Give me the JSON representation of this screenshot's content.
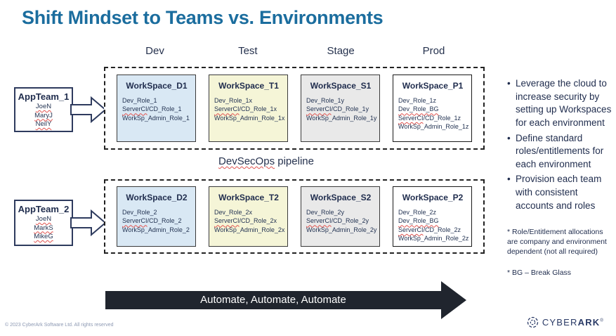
{
  "title": "Shift Mindset to Teams vs. Environments",
  "columns": [
    "Dev",
    "Test",
    "Stage",
    "Prod"
  ],
  "teams": [
    {
      "name": "AppTeam_1",
      "members": [
        "JoeN",
        "MaryJ",
        "NeilY"
      ]
    },
    {
      "name": "AppTeam_2",
      "members": [
        "JoeN",
        "MarkS",
        "MikeG"
      ]
    }
  ],
  "pipeline": {
    "squiggled": "DevSecOps",
    "rest": " pipeline"
  },
  "rows": [
    {
      "workspaces": [
        {
          "title": "WorkSpace_D1",
          "variant": "blue",
          "roles": [
            [
              {
                "t": "Dev_Role_1",
                "w": false
              }
            ],
            [
              {
                "t": "ServerCI",
                "w": true
              },
              {
                "t": "/CD_Role_1",
                "w": false
              }
            ],
            [
              {
                "t": "WorkSp_Admin_Role_1",
                "w": false
              }
            ]
          ]
        },
        {
          "title": "WorkSpace_T1",
          "variant": "yellow",
          "roles": [
            [
              {
                "t": "Dev_Role_1x",
                "w": false
              }
            ],
            [
              {
                "t": "ServerCI",
                "w": true
              },
              {
                "t": "/CD_Role_1x",
                "w": false
              }
            ],
            [
              {
                "t": "WorkSp_Admin_Role_1x",
                "w": false
              }
            ]
          ]
        },
        {
          "title": "WorkSpace_S1",
          "variant": "gray",
          "roles": [
            [
              {
                "t": "Dev_Role_1y",
                "w": false
              }
            ],
            [
              {
                "t": "ServerCI",
                "w": true
              },
              {
                "t": "/CD_Role_1y",
                "w": false
              }
            ],
            [
              {
                "t": "WorkSp_Admin_Role_1y",
                "w": false
              }
            ]
          ]
        },
        {
          "title": "WorkSpace_P1",
          "variant": "white",
          "roles": [
            [
              {
                "t": "Dev_Role_1z",
                "w": false
              }
            ],
            [
              {
                "t": "Dev_Role_BG",
                "w": true
              }
            ],
            [
              {
                "t": "ServerCI",
                "w": true
              },
              {
                "t": "/CD_Role_1z",
                "w": false
              }
            ],
            [
              {
                "t": "WorkSp_Admin_Role_1z",
                "w": false
              }
            ]
          ]
        }
      ]
    },
    {
      "workspaces": [
        {
          "title": "WorkSpace_D2",
          "variant": "blue",
          "roles": [
            [
              {
                "t": "Dev_Role_2",
                "w": false
              }
            ],
            [
              {
                "t": "ServerCI",
                "w": true
              },
              {
                "t": "/CD_Role_2",
                "w": false
              }
            ],
            [
              {
                "t": "WorkSp_Admin_Role_2",
                "w": false
              }
            ]
          ]
        },
        {
          "title": "WorkSpace_T2",
          "variant": "yellow",
          "roles": [
            [
              {
                "t": "Dev_Role_2x",
                "w": false
              }
            ],
            [
              {
                "t": "ServerCI",
                "w": true
              },
              {
                "t": "/CD_Role_2x",
                "w": false
              }
            ],
            [
              {
                "t": "WorkSp_Admin_Role_2x",
                "w": false
              }
            ]
          ]
        },
        {
          "title": "WorkSpace_S2",
          "variant": "gray",
          "roles": [
            [
              {
                "t": "Dev_Role_2y",
                "w": false
              }
            ],
            [
              {
                "t": "ServerCI",
                "w": true
              },
              {
                "t": "/CD_Role_2y",
                "w": false
              }
            ],
            [
              {
                "t": "WorkSp_Admin_Role_2y",
                "w": false
              }
            ]
          ]
        },
        {
          "title": "WorkSpace_P2",
          "variant": "white",
          "roles": [
            [
              {
                "t": "Dev_Role_2z",
                "w": false
              }
            ],
            [
              {
                "t": "Dev_Role_BG",
                "w": true
              }
            ],
            [
              {
                "t": "ServerCI",
                "w": true
              },
              {
                "t": "/CD_Role_2z",
                "w": false
              }
            ],
            [
              {
                "t": "WorkSp_Admin_Role_2z",
                "w": false
              }
            ]
          ]
        }
      ]
    }
  ],
  "bullets": [
    "Leverage the cloud to increase security by setting up Workspaces for each environment",
    "Define standard roles/entitlements for each environment",
    "Provision each team with consistent accounts and roles"
  ],
  "footnotes": [
    "* Role/Entitlement allocations are company and environment dependent (not all required)",
    "* BG – Break Glass"
  ],
  "automate_label": "Automate, Automate, Automate",
  "copyright": "© 2023 CyberArk Software Ltd. All rights reserved",
  "logo": {
    "light": "CYBER",
    "bold": "ARK",
    "reg": "®"
  },
  "colors": {
    "title": "#1b6d9e",
    "body_text": "#1f2c4d",
    "workspace_blue": "#d9e8f4",
    "workspace_yellow": "#f5f5d7",
    "workspace_gray": "#e9e9e9",
    "workspace_white": "#ffffff",
    "squiggle_red": "#e0524e",
    "automate_arrow": "#20252e",
    "logo_navy": "#2a3a66"
  }
}
